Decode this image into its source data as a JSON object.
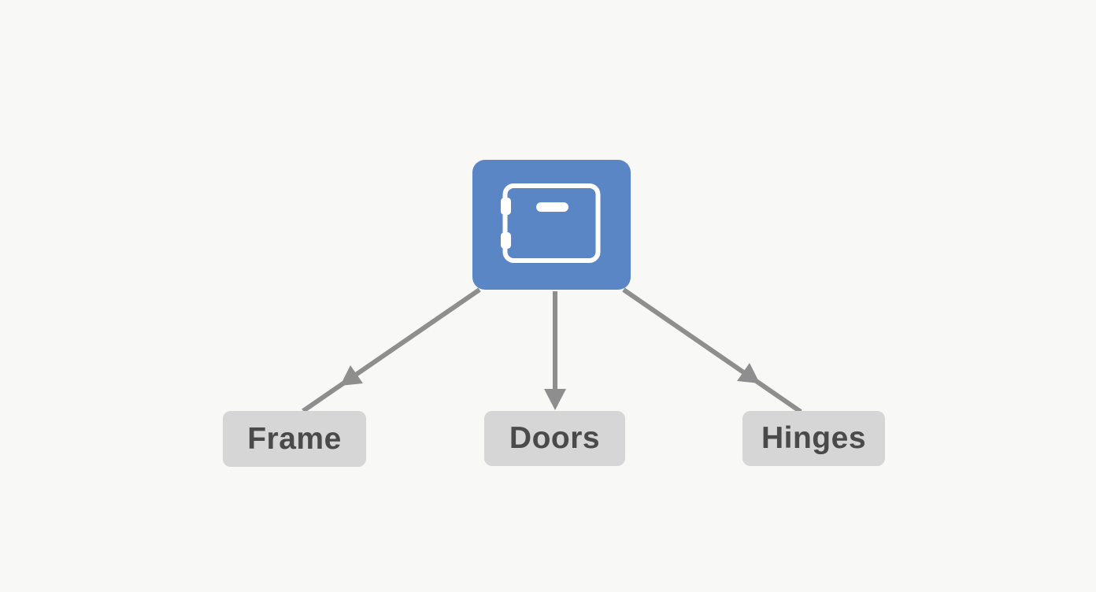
{
  "diagram": {
    "root_node": {
      "icon": "cabinet-icon",
      "fill": "#5a86c5"
    },
    "child_nodes": [
      {
        "label": "Frame"
      },
      {
        "label": "Doors"
      },
      {
        "label": "Hinges"
      }
    ],
    "colors": {
      "background": "#f8f8f7",
      "root_fill": "#5a86c5",
      "icon_stroke": "#ffffff",
      "node_fill": "#d6d6d6",
      "node_text": "#4a4a4a",
      "arrow": "#8e8e8e"
    }
  }
}
